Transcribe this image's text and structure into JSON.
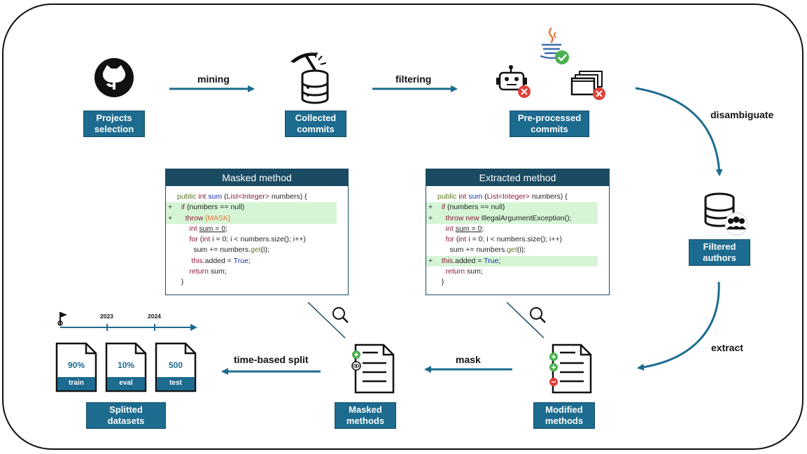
{
  "nodes": {
    "projects_selection": "Projects\nselection",
    "collected_commits": "Collected\ncommits",
    "preprocessed_commits": "Pre-processed\ncommits",
    "filtered_authors": "Filtered\nauthors",
    "modified_methods": "Modified\nmethods",
    "masked_methods": "Masked\nmethods",
    "splitted_datasets": "Splitted\ndatasets"
  },
  "edges": {
    "mining": "mining",
    "filtering": "filtering",
    "disambiguate": "disambiguate",
    "extract": "extract",
    "mask": "mask",
    "time_split": "time-based split"
  },
  "masked_panel": {
    "title": "Masked method",
    "lines": [
      {
        "marker": "",
        "hl": false,
        "parts": [
          [
            "gr",
            "public "
          ],
          [
            "kw",
            "int "
          ],
          [
            "fn",
            "sum "
          ],
          [
            "",
            "("
          ],
          [
            "kw",
            "List<Integer>"
          ],
          [
            "",
            " numbers) {"
          ]
        ]
      },
      {
        "marker": "+",
        "hl": true,
        "parts": [
          [
            "",
            "  "
          ],
          [
            "kw",
            "if "
          ],
          [
            "",
            "(numbers == null)"
          ]
        ]
      },
      {
        "marker": "+",
        "hl": true,
        "parts": [
          [
            "",
            "    "
          ],
          [
            "kw",
            "throw "
          ],
          [
            "mask",
            "[MASK]"
          ]
        ]
      },
      {
        "marker": "",
        "hl": false,
        "parts": [
          [
            "",
            "      "
          ],
          [
            "kw",
            "int "
          ],
          [
            "ul",
            "sum"
          ],
          [
            "ul",
            " = 0"
          ],
          [
            "",
            ";"
          ]
        ]
      },
      {
        "marker": "",
        "hl": false,
        "parts": [
          [
            "",
            "      "
          ],
          [
            "kw",
            "for "
          ],
          [
            "",
            "("
          ],
          [
            "kw",
            "int "
          ],
          [
            "",
            "i = 0; i < numbers.size(); i++)"
          ]
        ]
      },
      {
        "marker": "",
        "hl": false,
        "parts": [
          [
            "",
            "        sum += numbers."
          ],
          [
            "gr",
            "get"
          ],
          [
            "",
            "(i);"
          ]
        ]
      },
      {
        "marker": "",
        "hl": false,
        "parts": [
          [
            "",
            "       "
          ],
          [
            "kw",
            "this"
          ],
          [
            "",
            ".added = "
          ],
          [
            "tru",
            "True"
          ],
          [
            "",
            ";"
          ]
        ]
      },
      {
        "marker": "",
        "hl": false,
        "parts": [
          [
            "",
            "      "
          ],
          [
            "kw",
            "return "
          ],
          [
            "",
            "sum;"
          ]
        ]
      },
      {
        "marker": "",
        "hl": false,
        "parts": [
          [
            "",
            "  }"
          ]
        ]
      }
    ]
  },
  "extracted_panel": {
    "title": "Extracted method",
    "lines": [
      {
        "marker": "",
        "hl": false,
        "parts": [
          [
            "gr",
            "public "
          ],
          [
            "kw",
            "int "
          ],
          [
            "fn",
            "sum "
          ],
          [
            "",
            "("
          ],
          [
            "kw",
            "List<Integer>"
          ],
          [
            "",
            " numbers) {"
          ]
        ]
      },
      {
        "marker": "+",
        "hl": true,
        "parts": [
          [
            "",
            "  "
          ],
          [
            "kw",
            "if "
          ],
          [
            "",
            "(numbers == null)"
          ]
        ]
      },
      {
        "marker": "+",
        "hl": true,
        "parts": [
          [
            "",
            "    "
          ],
          [
            "kw",
            "throw new "
          ],
          [
            "",
            "IllegalArgumentException();"
          ]
        ]
      },
      {
        "marker": "",
        "hl": false,
        "parts": [
          [
            "",
            "    "
          ],
          [
            "kw",
            "int "
          ],
          [
            "ul",
            "sum"
          ],
          [
            "ul",
            " = 0"
          ],
          [
            "",
            ";"
          ]
        ]
      },
      {
        "marker": "",
        "hl": false,
        "parts": [
          [
            "",
            "    "
          ],
          [
            "kw",
            "for "
          ],
          [
            "",
            "("
          ],
          [
            "kw",
            "int "
          ],
          [
            "",
            "i = 0; i < numbers.size(); i++)"
          ]
        ]
      },
      {
        "marker": "",
        "hl": false,
        "parts": [
          [
            "",
            "      sum += numbers."
          ],
          [
            "gr",
            "get"
          ],
          [
            "",
            "(i);"
          ]
        ]
      },
      {
        "marker": "+",
        "hl": true,
        "parts": [
          [
            "",
            "  "
          ],
          [
            "kw",
            "this"
          ],
          [
            "",
            ".added = "
          ],
          [
            "tru",
            "True"
          ],
          [
            "",
            ";"
          ]
        ]
      },
      {
        "marker": "",
        "hl": false,
        "parts": [
          [
            "",
            "    "
          ],
          [
            "kw",
            "return "
          ],
          [
            "",
            "sum;"
          ]
        ]
      },
      {
        "marker": "",
        "hl": false,
        "parts": [
          [
            "",
            "  }"
          ]
        ]
      }
    ]
  },
  "timeline": {
    "year1": "2023",
    "year2": "2024"
  },
  "datasets": [
    {
      "value": "90%",
      "tag": "train"
    },
    {
      "value": "10%",
      "tag": "eval"
    },
    {
      "value": "500",
      "tag": "test"
    }
  ],
  "colors": {
    "label_fill": "#1d6b8f",
    "arrow": "#1d6b8f",
    "panel_header": "#1b4a63",
    "highlight": "#d6f5d6",
    "badge_red": "#e0403a",
    "badge_green": "#4caf50"
  },
  "icons": [
    "github-icon",
    "pickaxe-database-icon",
    "robot-icon",
    "java-icon",
    "windows-icon",
    "database-users-icon",
    "search-icon",
    "modified-document-icon",
    "masked-document-icon",
    "flag-icon"
  ]
}
